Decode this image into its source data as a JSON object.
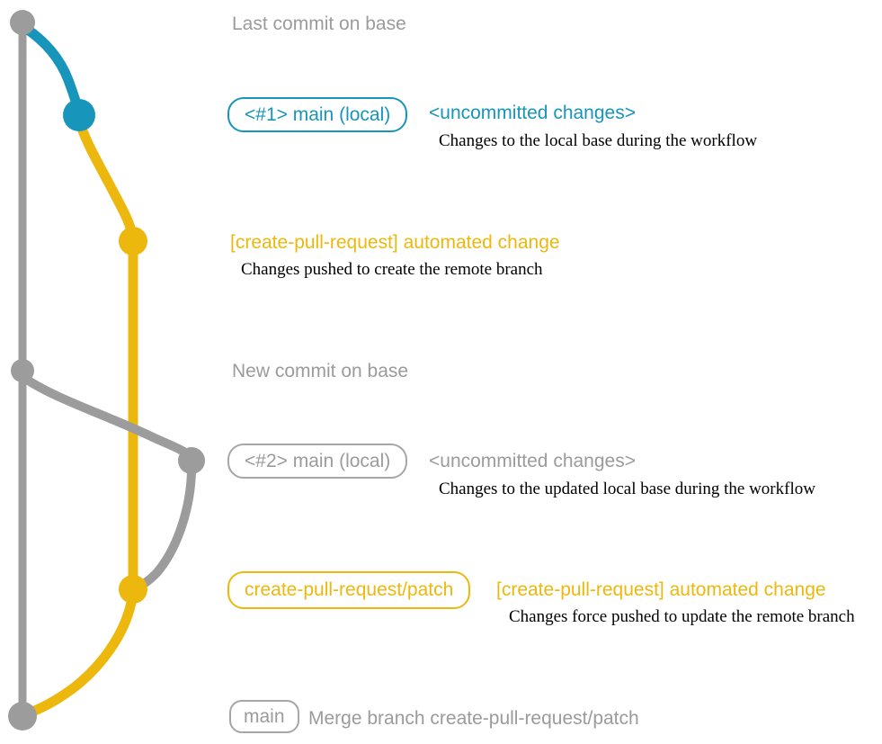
{
  "diagram_title": "create-pull-request action git workflow diagram",
  "colors": {
    "base_gray": "#9b9b9b",
    "local_blue": "#1795ba",
    "patch_yellow": "#edb80d",
    "description_text": "#000000",
    "background": "#ffffff"
  },
  "graph": {
    "branches": [
      {
        "name": "base",
        "color": "#9b9b9b"
      },
      {
        "name": "main (local)",
        "color": "#1795ba"
      },
      {
        "name": "create-pull-request/patch",
        "color": "#edb80d"
      }
    ],
    "commit_nodes": [
      {
        "name": "last-commit-on-base",
        "color": "#9b9b9b"
      },
      {
        "name": "uncommitted-changes-1",
        "color": "#1795ba"
      },
      {
        "name": "automated-change-1",
        "color": "#edb80d"
      },
      {
        "name": "new-commit-on-base",
        "color": "#9b9b9b"
      },
      {
        "name": "uncommitted-changes-2",
        "color": "#9b9b9b"
      },
      {
        "name": "automated-change-2",
        "color": "#edb80d"
      },
      {
        "name": "merge-commit",
        "color": "#9b9b9b"
      }
    ]
  },
  "events": [
    {
      "title": "Last commit on base"
    },
    {
      "badge": "<#1> main (local)",
      "title": "<uncommitted changes>",
      "description": "Changes to the local base during the workflow"
    },
    {
      "title": "[create-pull-request] automated change",
      "description": "Changes pushed to create the remote branch"
    },
    {
      "title": "New commit on base"
    },
    {
      "badge": "<#2> main (local)",
      "title": "<uncommitted changes>",
      "description": "Changes to the updated local base during the workflow"
    },
    {
      "badge": "create-pull-request/patch",
      "title": "[create-pull-request] automated change",
      "description": "Changes force pushed to update the remote branch"
    },
    {
      "badge": "main",
      "title": "Merge branch create-pull-request/patch"
    }
  ]
}
